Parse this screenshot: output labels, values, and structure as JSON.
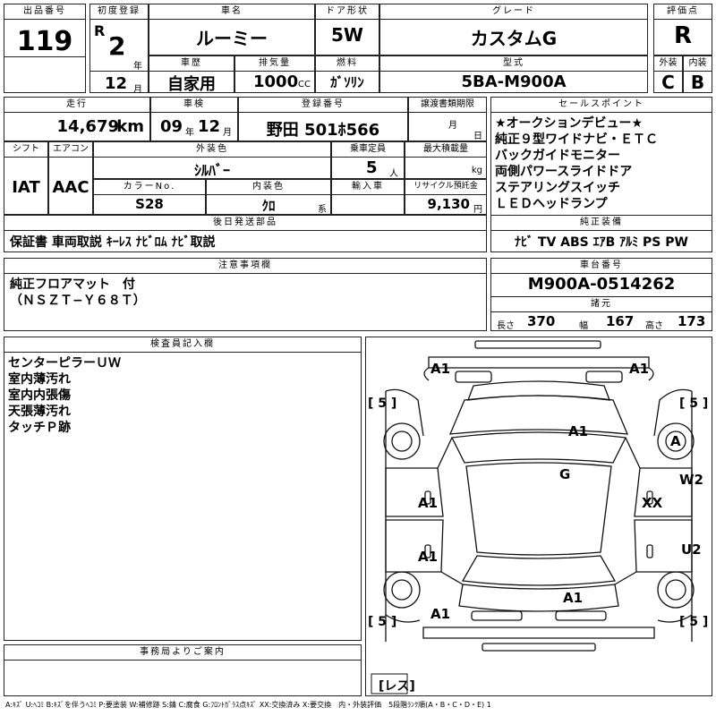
{
  "labels": {
    "lot_no": "出品番号",
    "first_reg": "初度登録",
    "car_name": "車名",
    "door": "ドア形状",
    "grade": "グレード",
    "rating": "評価点",
    "year_unit": "年",
    "month_unit": "月",
    "history": "車歴",
    "displacement": "排気量",
    "fuel": "燃料",
    "model_code": "型式",
    "exterior": "外装",
    "interior": "内装",
    "mileage": "走行",
    "inspection": "車検",
    "reg_no": "登録番号",
    "transfer": "譲渡書類期限",
    "month": "月",
    "day": "日",
    "sales_point": "セールスポイント",
    "shift": "シフト",
    "aircon": "エアコン",
    "ext_color": "外装色",
    "capacity": "乗車定員",
    "max_load": "最大積載量",
    "person_unit": "人",
    "kg": "kg",
    "color_no": "カラーNo.",
    "int_color": "内装色",
    "import": "輸入車",
    "recycle": "リサイクル預託金",
    "yen": "円",
    "later_parts": "後日発送部品",
    "genuine_equip": "純正装備",
    "notes": "注意事項欄",
    "chassis_no": "車台番号",
    "specs": "諸元",
    "length": "長さ",
    "width": "幅",
    "height": "高さ",
    "inspector": "検査員記入欄",
    "office_notice": "事務局よりご案内",
    "cc": "CC",
    "system": "系"
  },
  "values": {
    "lot_no": "119",
    "era": "R",
    "year": "2",
    "month": "12",
    "car_name": "ルーミー",
    "door": "5W",
    "grade": "カスタムG",
    "rating": "R",
    "history": "自家用",
    "displacement": "1000",
    "fuel": "ｶﾞｿﾘﾝ",
    "model_code": "5BA-M900A",
    "ext_score": "C",
    "int_score": "B",
    "mileage": "14,679",
    "mileage_unit": "km",
    "inspection_y": "09",
    "inspection_m": "12",
    "reg_no": "野田 501ﾎ566",
    "shift": "IAT",
    "aircon": "AAC",
    "ext_color": "ｼﾙﾊﾞｰ",
    "capacity": "5",
    "color_no": "S28",
    "int_color": "ｸﾛ",
    "recycle": "9,130",
    "later_parts": "保証書 車両取説 ｷｰﾚｽ ﾅﾋﾞﾛﾑ ﾅﾋﾞ取説",
    "genuine_equip": "ﾅﾋﾞ TV ABS ｴｱB ｱﾙﾐ PS PW",
    "chassis_no": "M900A-0514262",
    "length": "370",
    "width": "167",
    "height": "173"
  },
  "sales_points": [
    "★オークションデビュー★",
    "純正９型ワイドナビ・ＥＴＣ",
    "バックガイドモニター",
    "両側パワースライドドア",
    "ステアリングスイッチ",
    "ＬＥＤヘッドランプ"
  ],
  "notes": [
    "純正フロアマット　付",
    "（ＮＳＺＴ−Ｙ６８Ｔ）"
  ],
  "inspector_notes": [
    "センターピラーＵＷ",
    "室内薄汚れ",
    "室内内張傷",
    "天張薄汚れ",
    "タッチＰ跡"
  ],
  "diagram": {
    "marks": {
      "front_left": "A1",
      "front_right": "A1",
      "hood": "A1",
      "roof": "G",
      "front_left_door": "A1",
      "rear_left_door": "A1",
      "rear_left_lower": "A1",
      "trunk": "A1",
      "right_wheel_front": "A",
      "right_pillar": "W2",
      "right_door": "XX",
      "right_rear": "U2"
    },
    "tires": [
      "5",
      "5",
      "5",
      "5"
    ],
    "spare": "レス"
  },
  "legend": "A:ｷｽﾞ U:ﾍｺﾐ B:ｷｽﾞを伴うﾍｺﾐ P:要塗装 W:補修跡 S:錆 C:腐食 G:ﾌﾛﾝﾄｶﾞﾗｽ点ｷｽﾞ XX:交換済み X:要交換　内・外装評価　5段階ﾗﾝｸ順(A・B・C・D・E) 1"
}
